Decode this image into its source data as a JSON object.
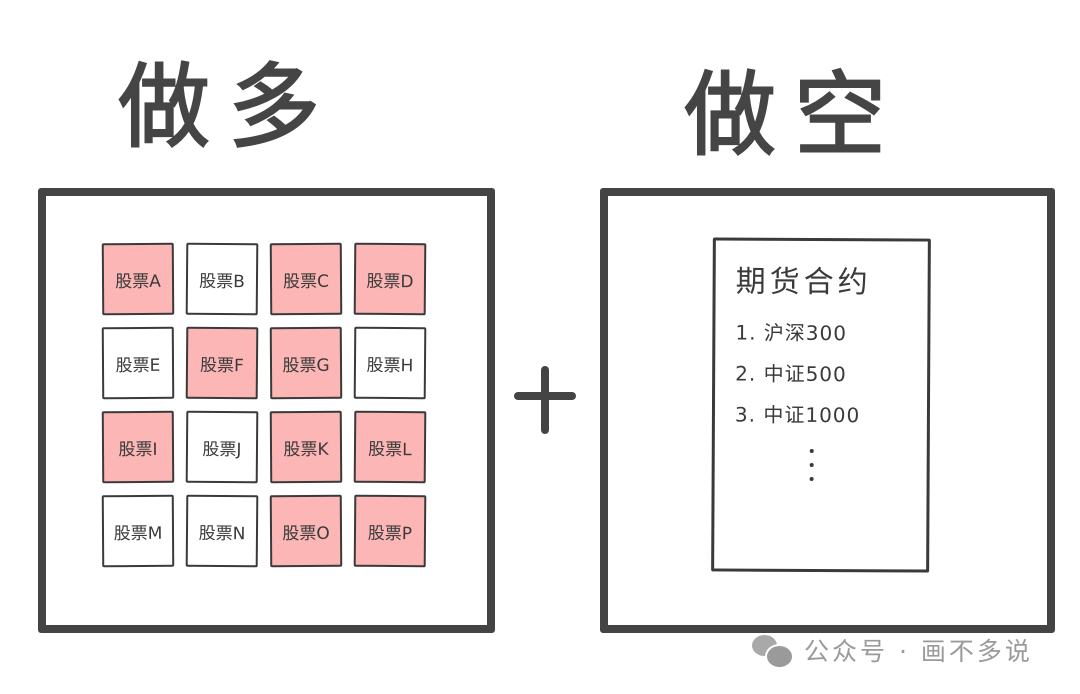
{
  "titles": {
    "long": "做多",
    "short": "做空"
  },
  "operator": "+",
  "long_panel": {
    "cells": [
      {
        "label": "股票A",
        "highlighted": true
      },
      {
        "label": "股票B",
        "highlighted": false
      },
      {
        "label": "股票C",
        "highlighted": true
      },
      {
        "label": "股票D",
        "highlighted": true
      },
      {
        "label": "股票E",
        "highlighted": false
      },
      {
        "label": "股票F",
        "highlighted": true
      },
      {
        "label": "股票G",
        "highlighted": true
      },
      {
        "label": "股票H",
        "highlighted": false
      },
      {
        "label": "股票I",
        "highlighted": true
      },
      {
        "label": "股票J",
        "highlighted": false
      },
      {
        "label": "股票K",
        "highlighted": true
      },
      {
        "label": "股票L",
        "highlighted": true
      },
      {
        "label": "股票M",
        "highlighted": false
      },
      {
        "label": "股票N",
        "highlighted": false
      },
      {
        "label": "股票O",
        "highlighted": true
      },
      {
        "label": "股票P",
        "highlighted": true
      }
    ]
  },
  "short_panel": {
    "sheet_title": "期货合约",
    "items": [
      "1. 沪深300",
      "2. 中证500",
      "3. 中证1000"
    ],
    "more": "⋮"
  },
  "watermark": {
    "icon": "wechat-icon",
    "text": "公众号 · 画不多说"
  },
  "colors": {
    "highlight": "#fbb6b5",
    "ink": "#444444",
    "watermark": "#9a9a9a"
  }
}
